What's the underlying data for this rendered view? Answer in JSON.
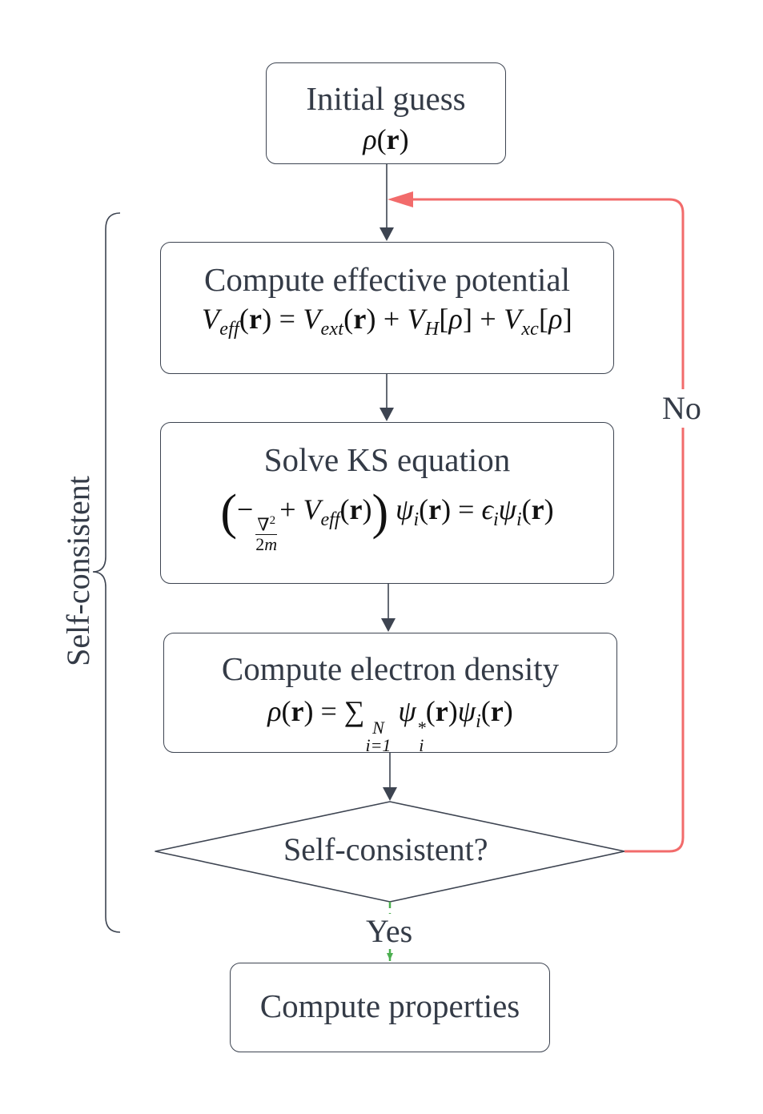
{
  "nodes": {
    "initial": {
      "title": "Initial guess",
      "eq_rho": "ρ",
      "eq_r": "r"
    },
    "potential": {
      "title": "Compute effective potential"
    },
    "solve": {
      "title": "Solve KS equation"
    },
    "density": {
      "title": "Compute electron density"
    },
    "decision": {
      "title": "Self-consistent?"
    },
    "properties": {
      "title": "Compute properties"
    }
  },
  "edges": {
    "no_label": "No",
    "yes_label": "Yes"
  },
  "group": {
    "label": "Self-consistent"
  },
  "colors": {
    "stroke": "#3d4451",
    "loop": "#f26b6b",
    "yes": "#4caf50"
  }
}
